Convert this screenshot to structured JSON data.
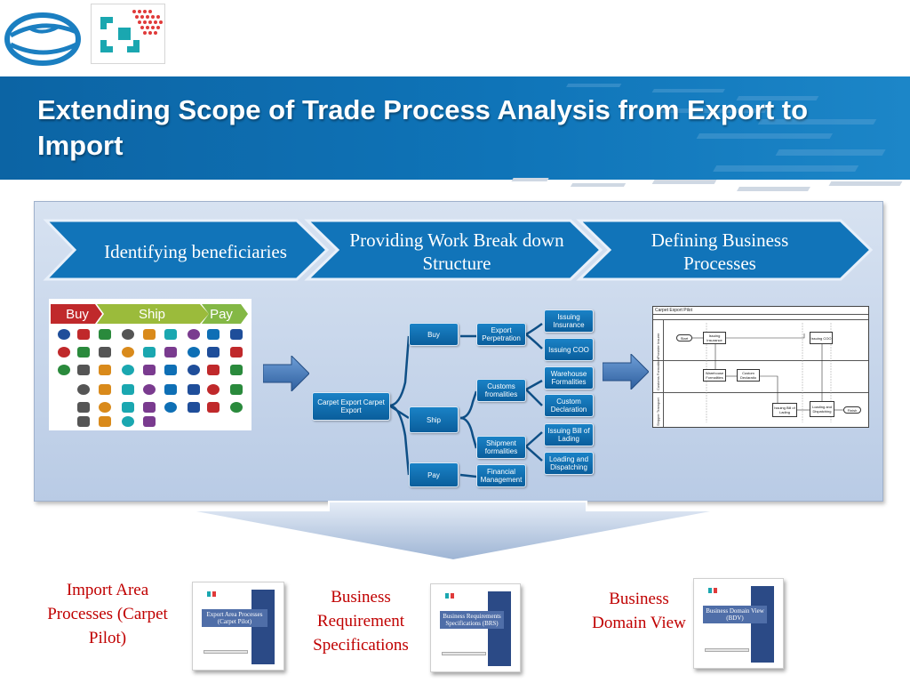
{
  "header": {
    "title": "Extending Scope of Trade Process Analysis from Export to Import"
  },
  "colors": {
    "header_blue": "#0f74b8",
    "chevron_blue": "#1174b9",
    "label_red": "#c00000"
  },
  "chevrons": [
    {
      "label": "Identifying beneficiaries"
    },
    {
      "label": "Providing Work Break down Structure"
    },
    {
      "label": "Defining Business Processes"
    }
  ],
  "bsp": {
    "buy": "Buy",
    "ship": "Ship",
    "pay": "Pay"
  },
  "wbs": {
    "root": "Carpet Export Carpet Export",
    "buy": "Buy",
    "ship": "Ship",
    "pay": "Pay",
    "export_perpetration": "Export Perpetration",
    "customs_formalities": "Customs fromalities",
    "shipment_formalities": "Shipment formalities",
    "financial_management": "Financial Management",
    "issuing_insurance": "Issuing Insurance",
    "issuing_coo": "Issuing COO",
    "warehouse_formalities": "Warehouse Formalities",
    "custom_declaration": "Custom Declaration",
    "issuing_bill": "Issuing Bill of Lading",
    "loading_dispatching": "Loading and Dispatching"
  },
  "process_chart": {
    "title": "Carpet Export Pilot",
    "lanes": [
      "Provider Insurer",
      "Customs Formalities",
      "Shipper Transport"
    ],
    "start": "Start",
    "finish": "Finish",
    "issuing_insurance": "Issuing Insurance",
    "issuing_coo": "Issuing COO",
    "warehouse_formalities": "Warehouse Formalities",
    "custom_declaration": "Custom Declaratio",
    "issuing_bill": "Issuing Bill of Lading",
    "loading_dispatching": "Loading and Dispatching"
  },
  "documents": [
    {
      "label": "Import Area Processes (Carpet Pilot)",
      "cover_title": "Export Area Processes",
      "cover_sub": "(Carpet Pilot)"
    },
    {
      "label": "Business Requirement Specifications",
      "cover_title": "Business Requirements Specifications (BRS)",
      "cover_sub": ""
    },
    {
      "label": "Business Domain View",
      "cover_title": "Business Domain View",
      "cover_sub": "(BDV)"
    }
  ],
  "icons": [
    "globe-logo-icon",
    "cross-logo-icon",
    "right-arrow-icon"
  ]
}
